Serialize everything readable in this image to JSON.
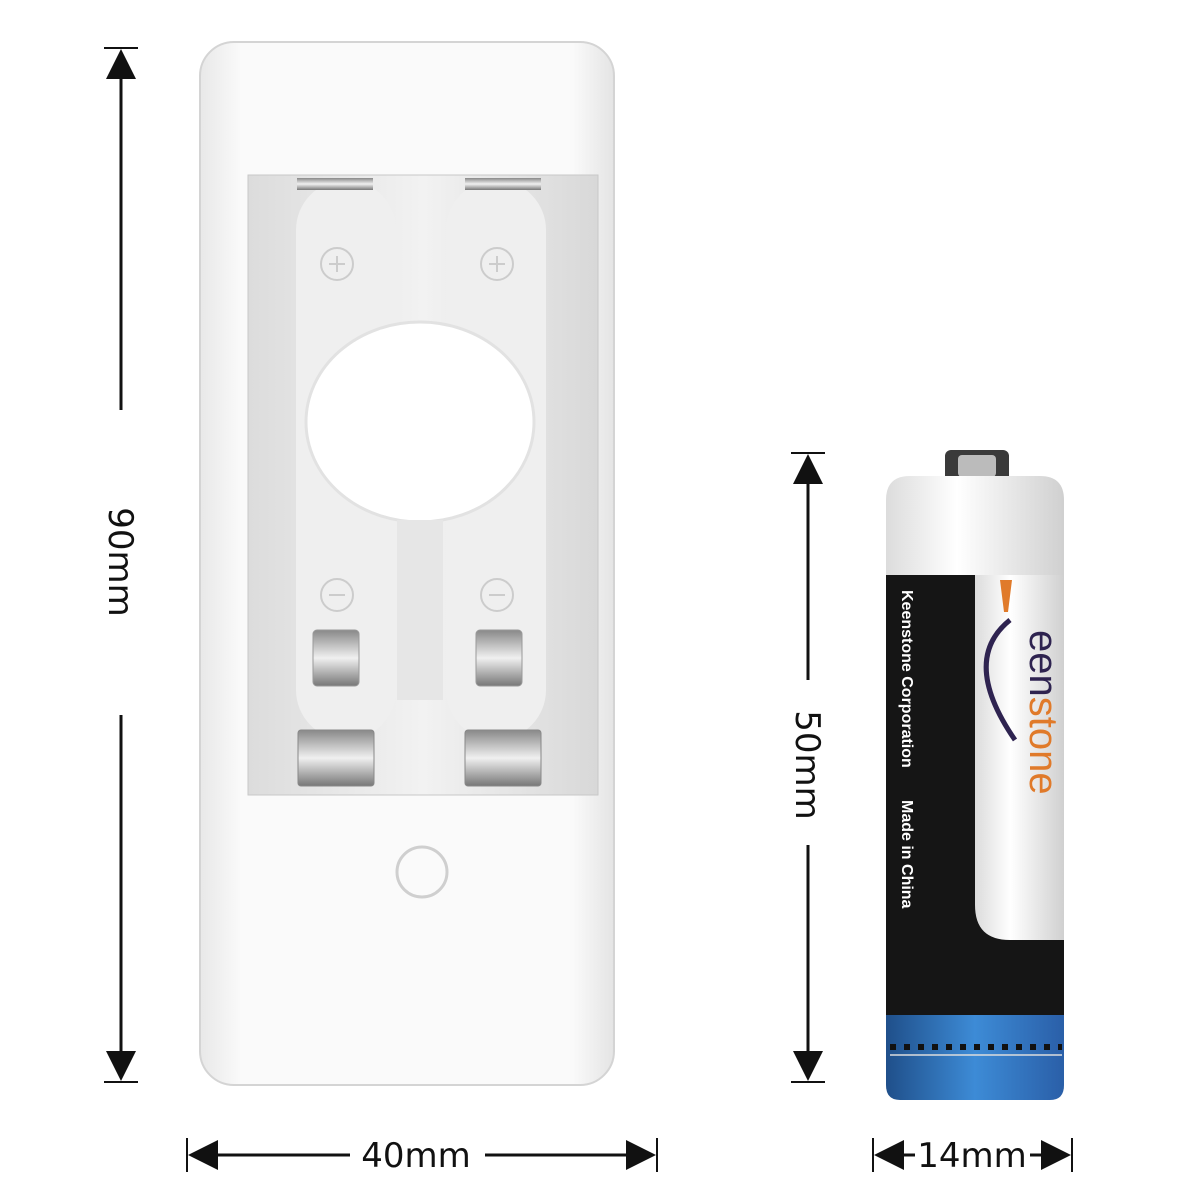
{
  "dimensions": {
    "charger_height": "90mm",
    "charger_width": "40mm",
    "battery_height": "50mm",
    "battery_width": "14mm"
  },
  "battery": {
    "brand": "Keenstone",
    "corporation": "Keenstone Corporation",
    "origin": "Made in China"
  },
  "colors": {
    "brand_orange": "#e07a2a",
    "brand_purple": "#2e2350",
    "battery_blue": "#2f76c0",
    "battery_black": "#141414"
  }
}
